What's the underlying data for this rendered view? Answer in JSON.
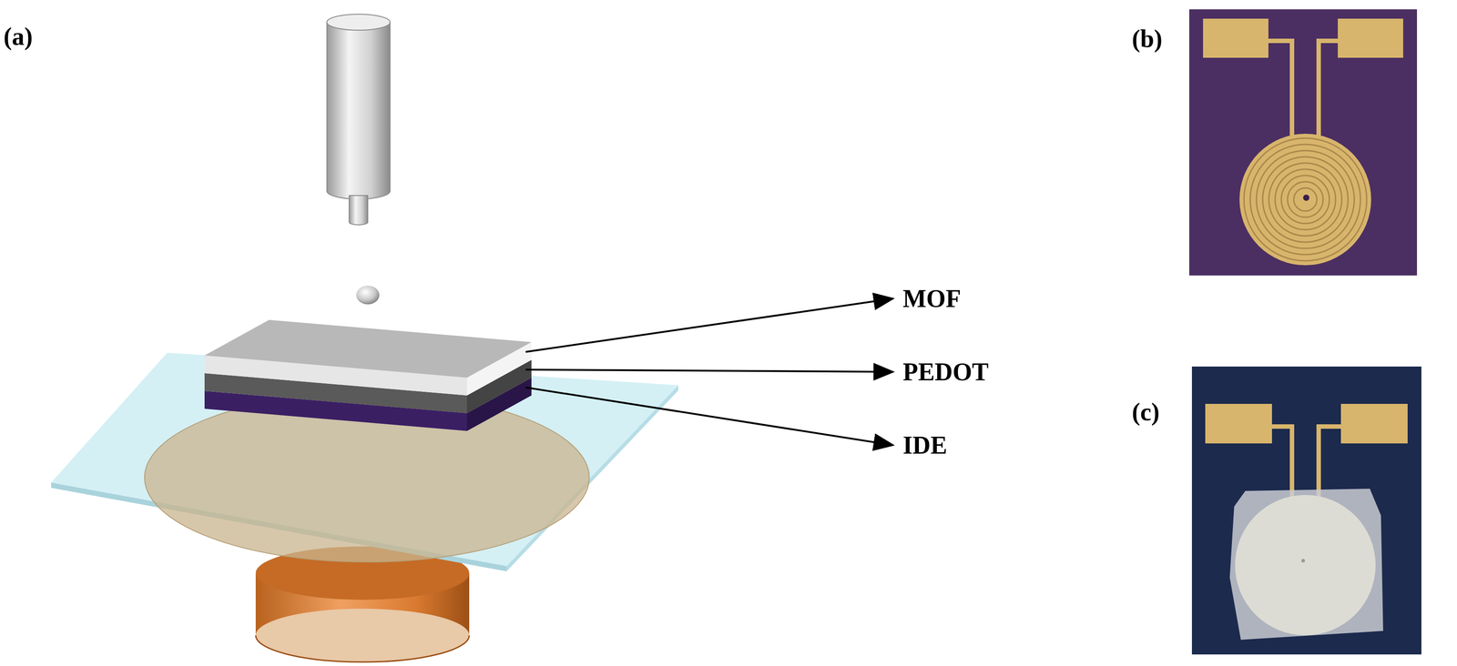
{
  "diagram": {
    "labels": [
      "(a)",
      "MOF",
      "PEDOT",
      "IDE",
      "(b)",
      "(c)"
    ]
  }
}
